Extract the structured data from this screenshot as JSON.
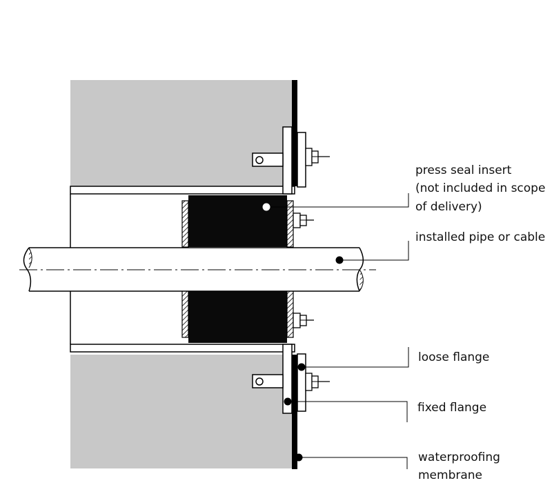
{
  "labels": {
    "press_seal_line1": "press seal insert",
    "press_seal_line2": "(not included in scope",
    "press_seal_line3": "of delivery)",
    "pipe": "installed pipe or cable",
    "loose_flange": "loose flange",
    "fixed_flange": "fixed flange",
    "membrane_line1": "waterproofing",
    "membrane_line2": "membrane"
  },
  "colors": {
    "concrete": "#c8c8c8",
    "seal": "#0a0a0a",
    "line": "#000000",
    "background": "#ffffff"
  }
}
